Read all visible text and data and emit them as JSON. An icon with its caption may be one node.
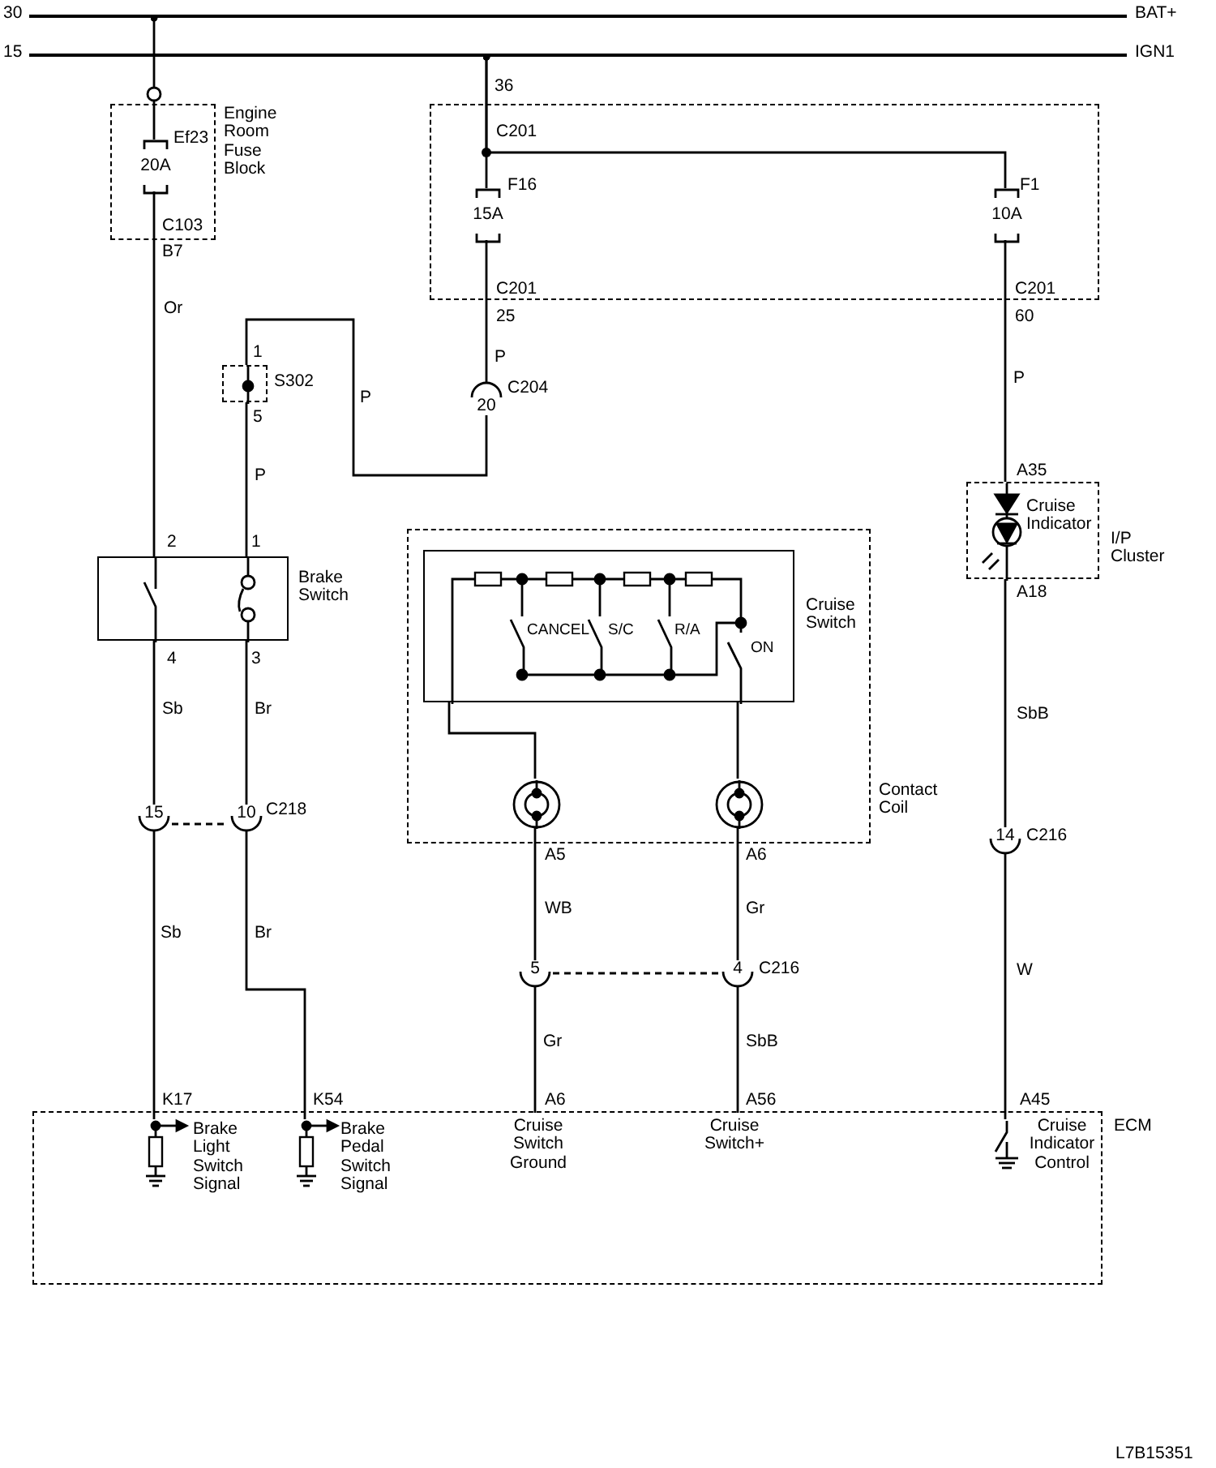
{
  "diagram": {
    "nodes": [
      {
        "text": [
          "30",
          "BAT+"
        ]
      },
      {
        "text": [
          "15",
          "IGN1"
        ]
      },
      {
        "text": [
          "Engine Room Fuse Block",
          "C103"
        ],
        "beside": [
          "B7"
        ]
      },
      {
        "text": [
          "20A"
        ],
        "beside": [
          "Ef23"
        ],
        "in": 2
      },
      {
        "text": [
          "C201",
          "C201",
          "C201"
        ],
        "beside": [
          "36",
          "25",
          "60"
        ]
      },
      {
        "text": [
          "15A"
        ],
        "beside": [
          "F16"
        ],
        "in": 4
      },
      {
        "text": [
          "10A"
        ],
        "beside": [
          "F1"
        ],
        "in": 4
      },
      {
        "text": [
          "S302"
        ],
        "beside": [
          "1",
          "5"
        ]
      },
      {
        "text": [
          "20"
        ],
        "beside": [
          "C204"
        ]
      },
      {
        "text": [
          "Brake Switch"
        ],
        "beside": [
          "2",
          "1",
          "4",
          "3"
        ]
      },
      {
        "text": [
          "Cruise Indicator",
          "I/P Cluster"
        ],
        "beside": [
          "A35",
          "A18"
        ]
      },
      {
        "text": [
          "Contact Coil"
        ],
        "beside": [
          "A5",
          "A6"
        ]
      },
      {
        "text": [
          "CANCEL",
          "S/C",
          "R/A",
          "ON",
          "Cruise Switch"
        ],
        "in": 11
      },
      {
        "text": [],
        "shape": "circle",
        "in": 11
      },
      {
        "text": [],
        "shape": "circle",
        "in": 11
      },
      {
        "text": [
          "15"
        ]
      },
      {
        "text": [
          "10"
        ],
        "beside": [
          "C218"
        ]
      },
      {
        "text": [
          "5"
        ]
      },
      {
        "text": [
          "4"
        ],
        "beside": [
          "C216"
        ]
      },
      {
        "text": [
          "14"
        ],
        "beside": [
          "C216"
        ]
      },
      {
        "text": [
          "ECM"
        ]
      },
      {
        "text": [
          "Brake Light Switch Signal"
        ],
        "beside": [
          "K17"
        ],
        "in": 20
      },
      {
        "text": [
          "Brake Pedal Switch Signal"
        ],
        "beside": [
          "K54"
        ],
        "in": 20
      },
      {
        "text": [
          "Cruise Switch Ground"
        ],
        "beside": [
          "A6"
        ],
        "in": 20
      },
      {
        "text": [
          "Cruise Switch+"
        ],
        "beside": [
          "A56"
        ],
        "in": 20
      },
      {
        "text": [
          "Cruise Indicator Control"
        ],
        "beside": [
          "A45"
        ],
        "in": 20
      }
    ],
    "edges": [
      {
        "from": 0,
        "to": 3,
        "arrow": "other"
      },
      {
        "from": 3,
        "to": 9,
        "arrow": "none",
        "label": "Or"
      },
      {
        "from": 1,
        "to": 5,
        "arrow": "other"
      },
      {
        "from": 1,
        "to": 6,
        "arrow": "other"
      },
      {
        "from": 5,
        "to": 8,
        "arrow": "none",
        "label": "P"
      },
      {
        "from": 8,
        "to": 7,
        "arrow": "none",
        "label": "P"
      },
      {
        "from": 7,
        "to": 9,
        "arrow": "none",
        "label": "P"
      },
      {
        "from": 6,
        "to": 10,
        "arrow": "none",
        "label": "P"
      },
      {
        "from": 9,
        "to": 15,
        "arrow": "none",
        "label": "Sb"
      },
      {
        "from": 9,
        "to": 16,
        "arrow": "none",
        "label": "Br"
      },
      {
        "from": 15,
        "to": 16,
        "arrow": "none",
        "style": "dashed"
      },
      {
        "from": 15,
        "to": 21,
        "arrow": "none",
        "label": "Sb"
      },
      {
        "from": 16,
        "to": 22,
        "arrow": "none",
        "label": "Br"
      },
      {
        "from": 12,
        "to": 13,
        "arrow": "none"
      },
      {
        "from": 12,
        "to": 14,
        "arrow": "none"
      },
      {
        "from": 13,
        "to": 17,
        "arrow": "none",
        "label": "WB"
      },
      {
        "from": 14,
        "to": 18,
        "arrow": "none",
        "label": "Gr"
      },
      {
        "from": 17,
        "to": 18,
        "arrow": "none",
        "style": "dashed"
      },
      {
        "from": 17,
        "to": 23,
        "arrow": "none",
        "label": "Gr"
      },
      {
        "from": 18,
        "to": 24,
        "arrow": "none",
        "label": "SbB"
      },
      {
        "from": 10,
        "to": 19,
        "arrow": "none",
        "label": "SbB"
      },
      {
        "from": 19,
        "to": 25,
        "arrow": "none",
        "label": "W"
      }
    ],
    "labels": [
      "L7B15351"
    ]
  }
}
